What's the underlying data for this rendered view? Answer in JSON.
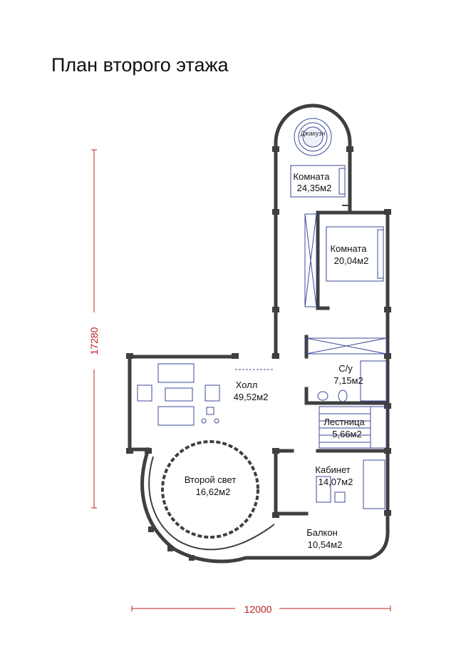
{
  "title": "План второго этажа",
  "rooms": {
    "jacuzzi": "Джакузи",
    "room1": {
      "name": "Комната",
      "area": "24,35м2"
    },
    "room2": {
      "name": "Комната",
      "area": "20,04м2"
    },
    "bathroom": {
      "name": "С/у",
      "area": "7,15м2"
    },
    "hall": {
      "name": "Холл",
      "area": "49,52м2"
    },
    "stairs": {
      "name": "Лестница",
      "area": "5,66м2"
    },
    "second_light": {
      "name": "Второй свет",
      "area": "16,62м2"
    },
    "office": {
      "name": "Кабинет",
      "area": "14,07м2"
    },
    "balcony": {
      "name": "Балкон",
      "area": "10,54м2"
    }
  },
  "dimensions": {
    "height": "17280",
    "width": "12000"
  },
  "colors": {
    "walls": "#3f3f3f",
    "furniture": "#3b4a9a",
    "dimension_lines": "#c02020"
  }
}
